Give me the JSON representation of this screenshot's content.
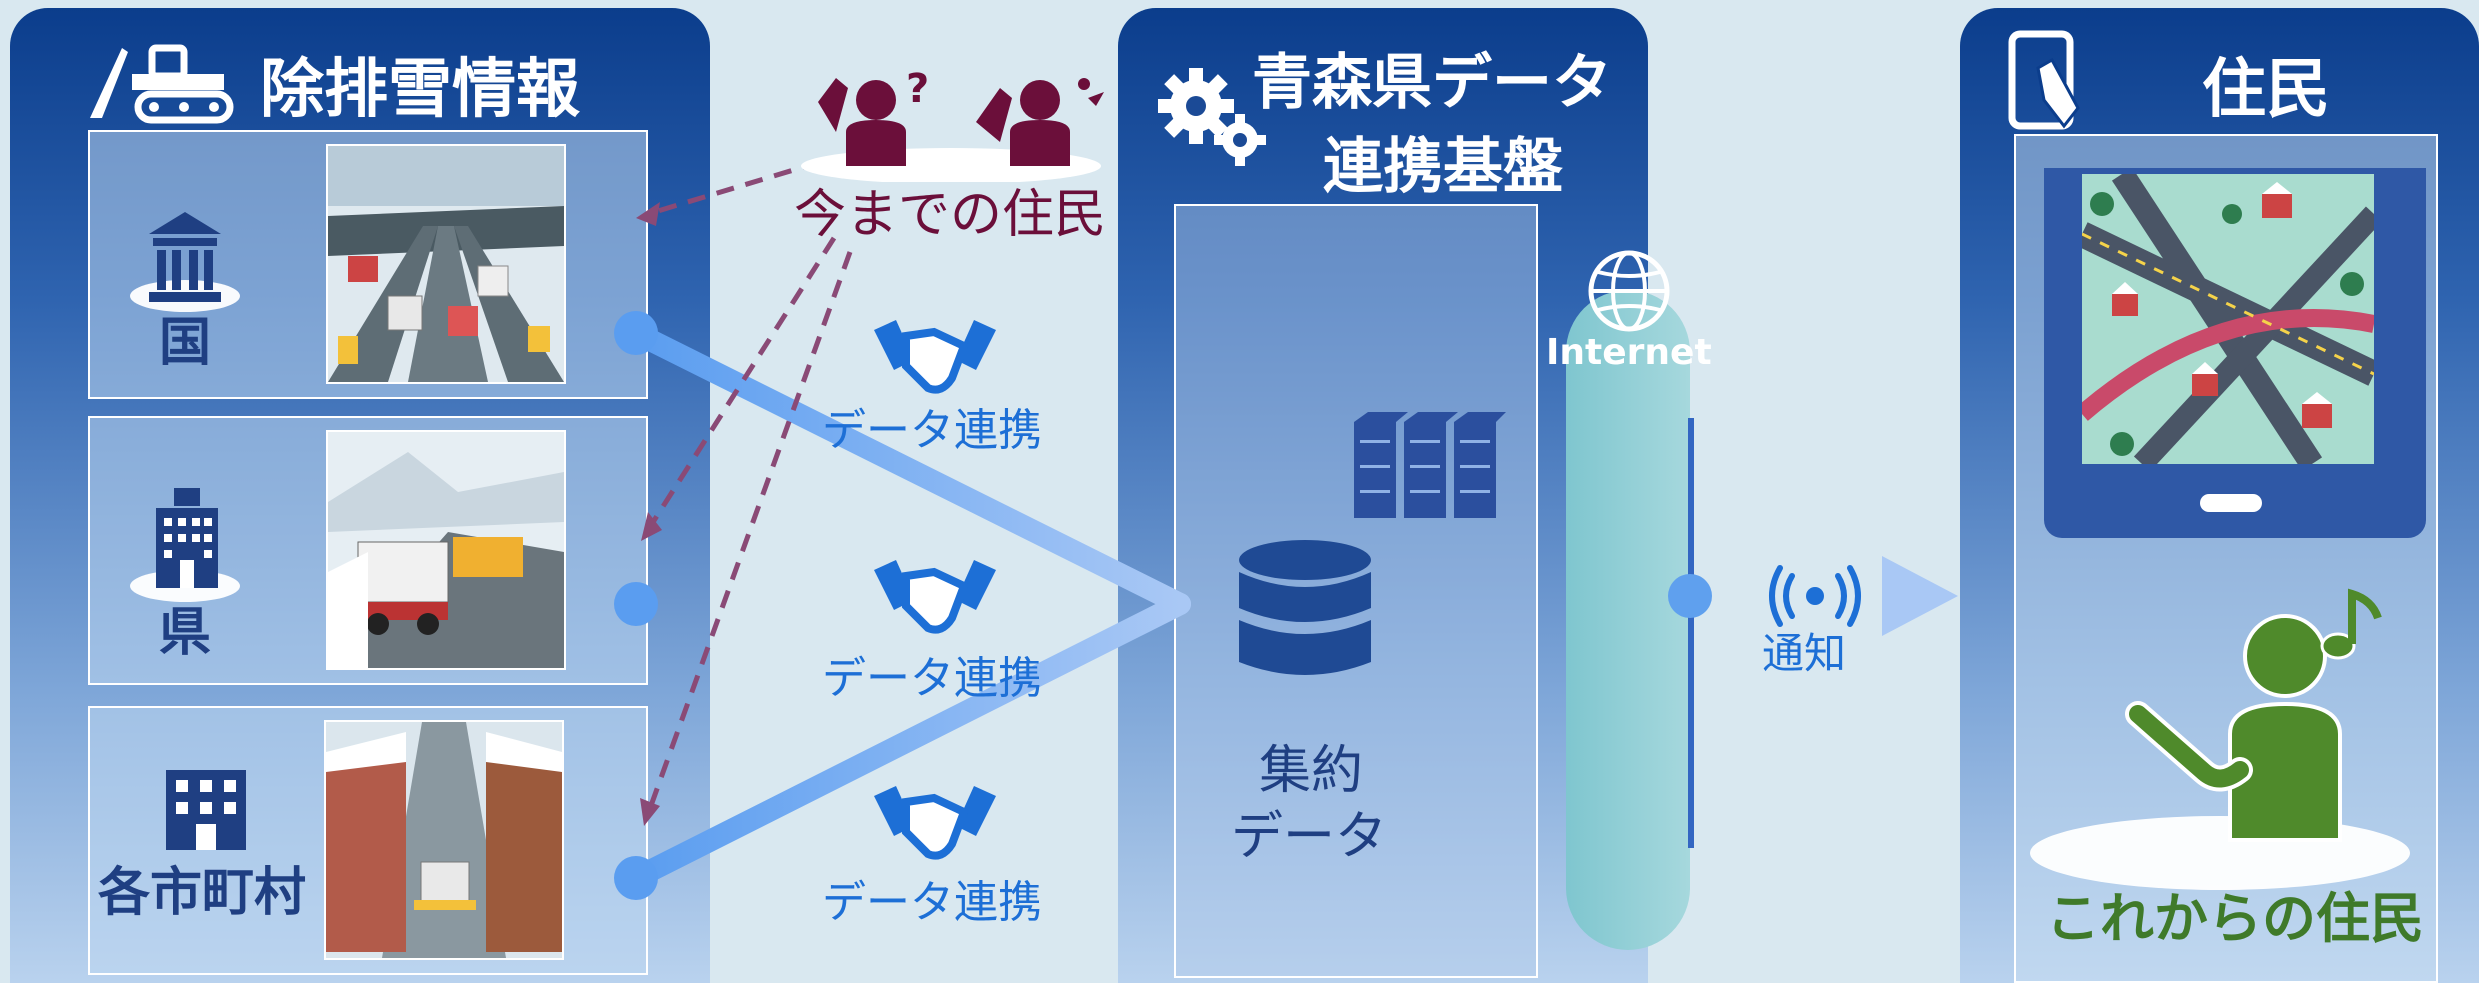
{
  "left_panel": {
    "title": "除排雪情報",
    "sources": [
      {
        "label": "国"
      },
      {
        "label": "県"
      },
      {
        "label": "各市町村"
      }
    ]
  },
  "middle_panel": {
    "title_line1": "青森県データ",
    "title_line2": "連携基盤",
    "storage_line1": "集約",
    "storage_line2": "データ",
    "internet_label": "Internet"
  },
  "right_panel": {
    "title": "住民",
    "future_resident": "これからの住民"
  },
  "past_resident": "今までの住民",
  "link_labels": [
    "データ連携",
    "データ連携",
    "データ連携"
  ],
  "notify_label": "通知",
  "colors": {
    "panel_top": "#0b3d8c",
    "link_blue": "#1d6fd6",
    "past_resident": "#6b0f3a",
    "future_resident": "#3f7a2a"
  }
}
